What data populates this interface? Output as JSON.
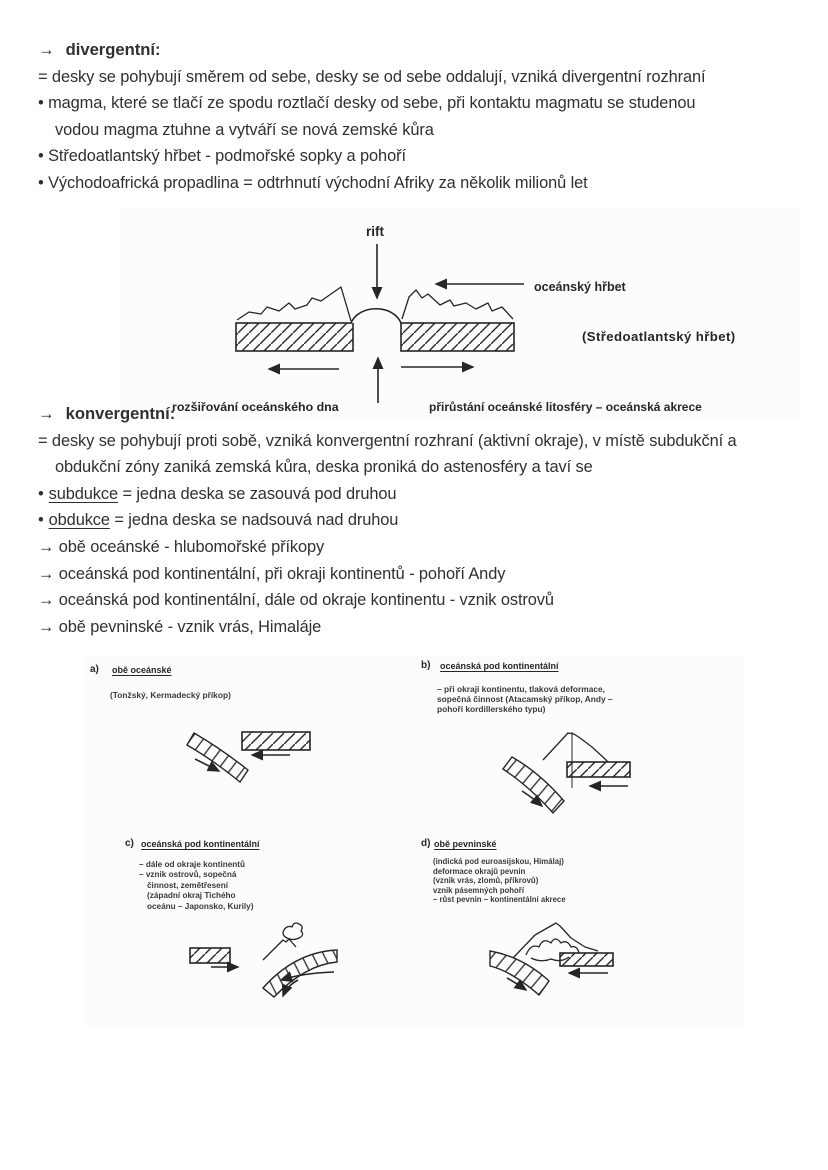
{
  "page": {
    "background": "#ffffff",
    "ink": "#303030",
    "scan_ink": "#262626"
  },
  "divergent": {
    "arrow": "→",
    "heading": "divergentní:",
    "lines": [
      "= desky se pohybují směrem od sebe, desky se od sebe oddalují, vzniká divergentní rozhraní",
      "• magma, které se tlačí ze spodu roztlačí desky od sebe, při kontaktu magmatu se studenou",
      "vodou magma ztuhne a vytváří se nová zemské kůra",
      "• Středoatlantský hřbet - podmořské sopky a pohoří",
      "• Východoafrická propadlina = odtrhnutí východní Afriky za několik milionů let"
    ]
  },
  "diagram1": {
    "labels": {
      "rift": "rift",
      "ocean_ridge": "oceánský hřbet",
      "mid_atlantic": "(Středoatlantský hřbet)",
      "spreading": "rozšiřování oceánského dna",
      "accretion": "přirůstání oceánské litosféry – oceánská akrece"
    }
  },
  "konvergent": {
    "arrow": "→",
    "heading": "konvergentní:",
    "lines": [
      "= desky se pohybují proti sobě, vzniká konvergentní rozhraní (aktivní okraje), v místě subdukční a",
      "obdukční zóny zaniká zemská kůra, deska proniká do astenosféry a taví se"
    ],
    "subduction": {
      "bullet": "•",
      "term": "subdukce",
      "rest": " = jedna deska se zasouvá pod druhou"
    },
    "obduction": {
      "bullet": "•",
      "term": "obdukce",
      "rest": " = jedna deska se nadsouvá nad druhou"
    },
    "arrow_lines": [
      "→ obě oceánské - hlubomořské příkopy",
      "→ oceánská pod kontinentální, při okraji kontinentů - pohoří Andy",
      "→ oceánská pod kontinentální, dále od okraje kontinentu - vznik ostrovů",
      "→ obě pevninské - vznik vrás, Himaláje"
    ]
  },
  "diagram2": {
    "panels": [
      {
        "label": "a)",
        "title": "obě oceánské",
        "lines": [
          "(Tonžský, Kermadecký příkop)"
        ]
      },
      {
        "label": "b)",
        "title": "oceánská pod kontinentální",
        "lines": [
          "– při okraji kontinentu, tlaková deformace,",
          "sopečná činnost (Atacamský příkop, Andy –",
          "pohoří kordillerského typu)"
        ]
      },
      {
        "label": "c)",
        "title": "oceánská pod kontinentální",
        "lines": [
          "– dále od okraje kontinentů",
          "– vznik ostrovů, sopečná",
          "činnost, zemětřesení",
          "(západní okraj Tichého",
          "oceánu – Japonsko, Kurily)"
        ]
      },
      {
        "label": "d)",
        "title": "obě pevninské",
        "lines": [
          "(indická pod euroasijskou, Himálaj)",
          "deformace okrajů pevnin",
          "(vznik vrás, zlomů, příkrovů)",
          "vznik pásemných pohoří",
          "– růst pevnin – kontinentální akrece"
        ]
      }
    ]
  }
}
